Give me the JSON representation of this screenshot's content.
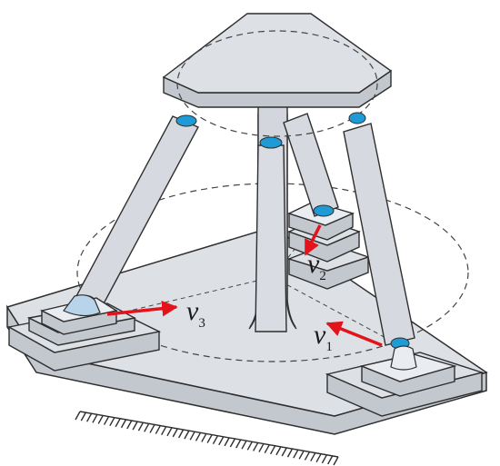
{
  "colors": {
    "body_fill": "#d9dde3",
    "body_side": "#c3c8cf",
    "top_fill": "#e9ecf0",
    "outline": "#2e2e2e",
    "joint": "#1e9ad6",
    "arrow": "#e3121b",
    "dash": "#444444"
  },
  "labels": {
    "v1": {
      "main": "v",
      "sub": "1"
    },
    "v2": {
      "main": "v",
      "sub": "2"
    },
    "v3": {
      "main": "v",
      "sub": "3"
    }
  }
}
